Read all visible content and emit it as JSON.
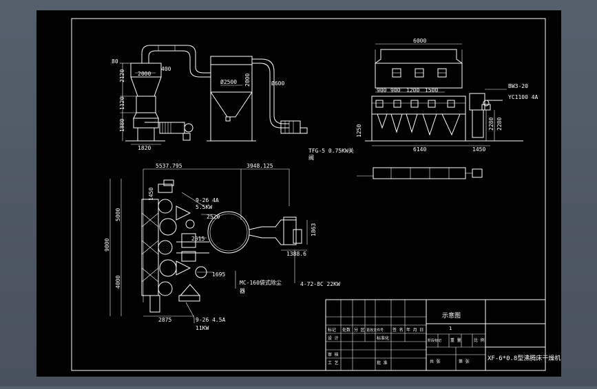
{
  "colors": {
    "background": "#4f5863",
    "sheet": "#000000",
    "line": "#ffffff"
  },
  "dims_top_left": {
    "d80": "80",
    "d2000": "2000",
    "d400": "400",
    "d2120": "2120",
    "d1120": "1120",
    "d1880": "1880",
    "d1820": "1820",
    "d2500": "Ø2500",
    "d2000b": "2000",
    "d600": "Ø600"
  },
  "dims_top_right": {
    "d6000": "6000",
    "d900a": "900",
    "d900b": "900",
    "d1200": "1200",
    "d1500": "1500",
    "bw": "BW3-20",
    "yc": "YC1100 4A",
    "d1250": "1250",
    "d2280": "2280",
    "d2280b": "2280",
    "d6140": "6140",
    "d1450": "1450",
    "tfg": "TFG-5  0.75KW关",
    "tfg2": "阀"
  },
  "dims_plan": {
    "d5537": "5537.795",
    "d3948": "3948.125",
    "fan1a": "9-26 4A",
    "fan1b": "5.5KW",
    "d2520": "2520",
    "d2515": "2515",
    "d1695": "1695",
    "d5000": "5000",
    "d9000": "9000",
    "d4000": "4000",
    "d1450v": "1450",
    "d1863": "1863",
    "d1388": "1388.6",
    "mc": "MC-160袋式除尘",
    "mc2": "器",
    "fan2": "4-72-8C  22KW",
    "d2875": "2875",
    "fan3a": "9-26 4.5A",
    "fan3b": "11KW"
  },
  "title_block": {
    "title": "示意图",
    "drawing_name": "XF-6*0.8型沸腾床干燥机",
    "row1": "标记",
    "row1b": "处数",
    "row1c": "分 区",
    "row1d": "更改文件号",
    "row1e": "签 名",
    "row1f": "年 月 日",
    "row2": "设 计",
    "row2b": "标准化",
    "row3": "审 核",
    "row4": "工 艺",
    "row4b": "批 准",
    "stage": "阶段标记",
    "weight": "重 量",
    "scale": "比 例",
    "scale_val": "1",
    "sheets": "共  张",
    "sheet_no": "第  张"
  }
}
